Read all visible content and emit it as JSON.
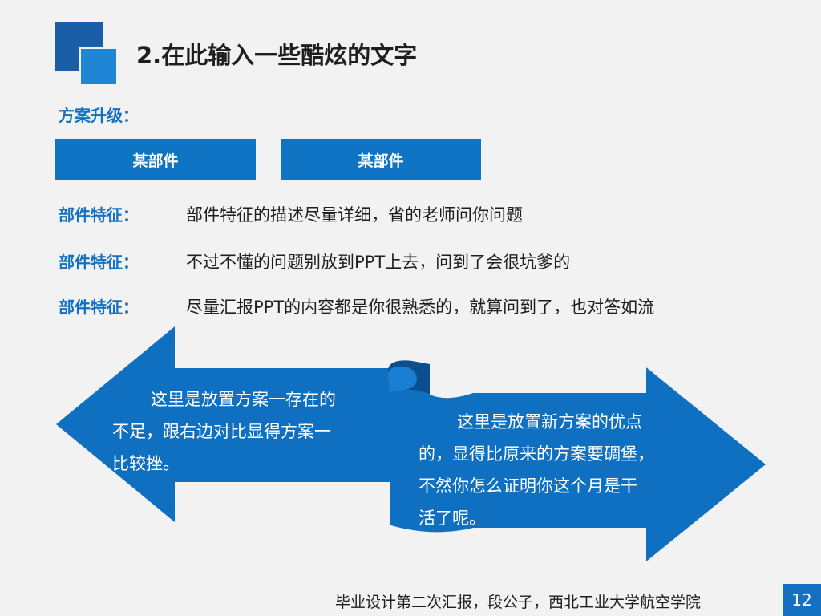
{
  "title": "2.在此输入一些酷炫的文字",
  "upgrade_label": "方案升级：",
  "parts": [
    "某部件",
    "某部件"
  ],
  "features": [
    {
      "label": "部件特征：",
      "text": "部件特征的描述尽量详细，省的老师问你问题"
    },
    {
      "label": "部件特征：",
      "text": "不过不懂的问题别放到PPT上去，问到了会很坑爹的"
    },
    {
      "label": "部件特征：",
      "text": "尽量汇报PPT的内容都是你很熟悉的，就算问到了，也对答如流"
    }
  ],
  "old_scheme": {
    "line1": "这里是放置方案一存在的",
    "line2": "不足，跟右边对比显得方案一",
    "line3": "比较挫。"
  },
  "new_scheme": {
    "line1": "这里是放置新方案的优点",
    "line2": "的，显得比原来的方案要碉堡，",
    "line3": "不然你怎么证明你这个月是干",
    "line4": "活了呢。"
  },
  "footer": "毕业设计第二次汇报，段公子，西北工业大学航空学院",
  "page_number": "12",
  "colors": {
    "accent": "#1470c0",
    "arrow_fill": "#0f6fc0",
    "scroll_dark": "#0c4f91",
    "dark_square": "#1a5ea8",
    "light_square": "#1f86d6",
    "background": "#f2f2f2"
  }
}
